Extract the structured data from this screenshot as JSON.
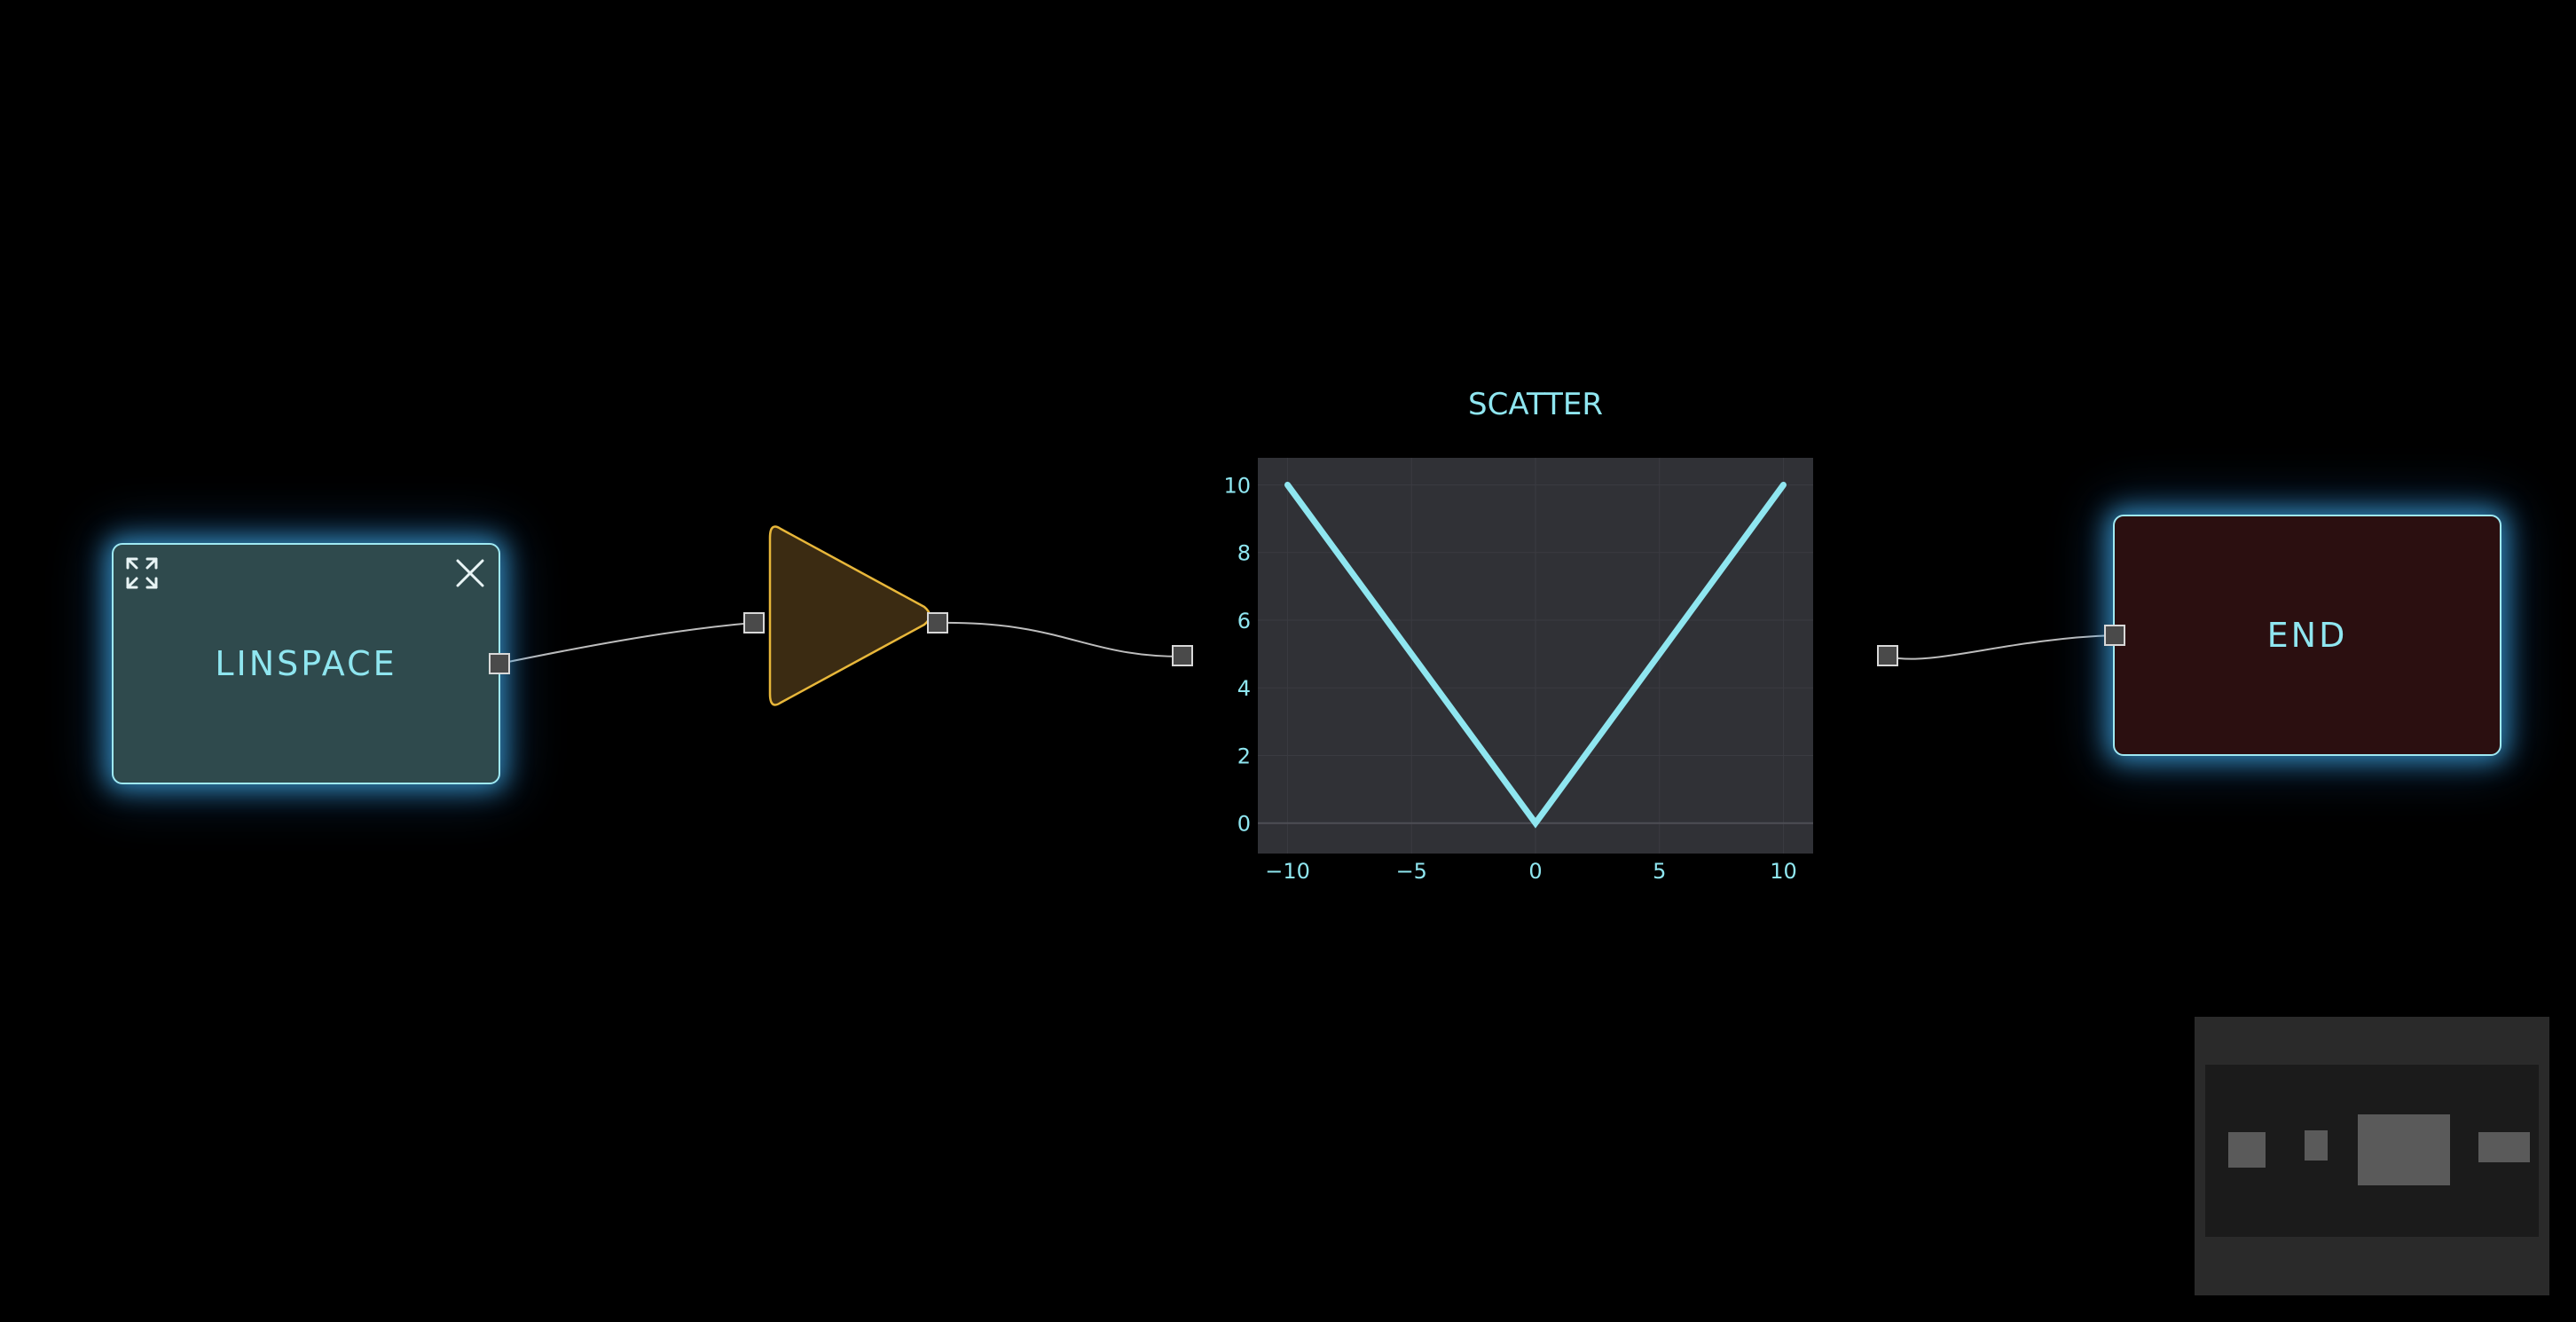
{
  "nodes": {
    "linspace": {
      "label": "LINSPACE",
      "color": "#2f4a4d",
      "icons": [
        "expand-icon",
        "close-icon"
      ]
    },
    "end": {
      "label": "END",
      "color": "#2b0f10"
    },
    "conditional": {
      "shape": "triangle",
      "color": "#3b2b12",
      "border_color": "#e8b73a"
    },
    "scatter": {
      "title": "SCATTER"
    }
  },
  "colors": {
    "background": "#000000",
    "accent": "#8fe6f0",
    "glow": "#40aae6",
    "edge": "#bdbdbd",
    "plot_background": "#303136"
  },
  "chart_data": {
    "type": "line",
    "title": "SCATTER",
    "xlabel": "",
    "ylabel": "",
    "x": [
      -10,
      0,
      10
    ],
    "y": [
      10,
      0,
      10
    ],
    "xlim": [
      -11.2,
      11.2
    ],
    "ylim": [
      -0.9,
      10.8
    ],
    "xticks": [
      -10,
      -5,
      0,
      5,
      10
    ],
    "xtick_labels": [
      "−10",
      "−5",
      "0",
      "5",
      "10"
    ],
    "yticks": [
      0,
      2,
      4,
      6,
      8,
      10
    ],
    "ytick_labels": [
      "0",
      "2",
      "4",
      "6",
      "8",
      "10"
    ],
    "grid": true,
    "line_color": "#8fe6f0"
  },
  "minimap": {
    "visible": true
  }
}
